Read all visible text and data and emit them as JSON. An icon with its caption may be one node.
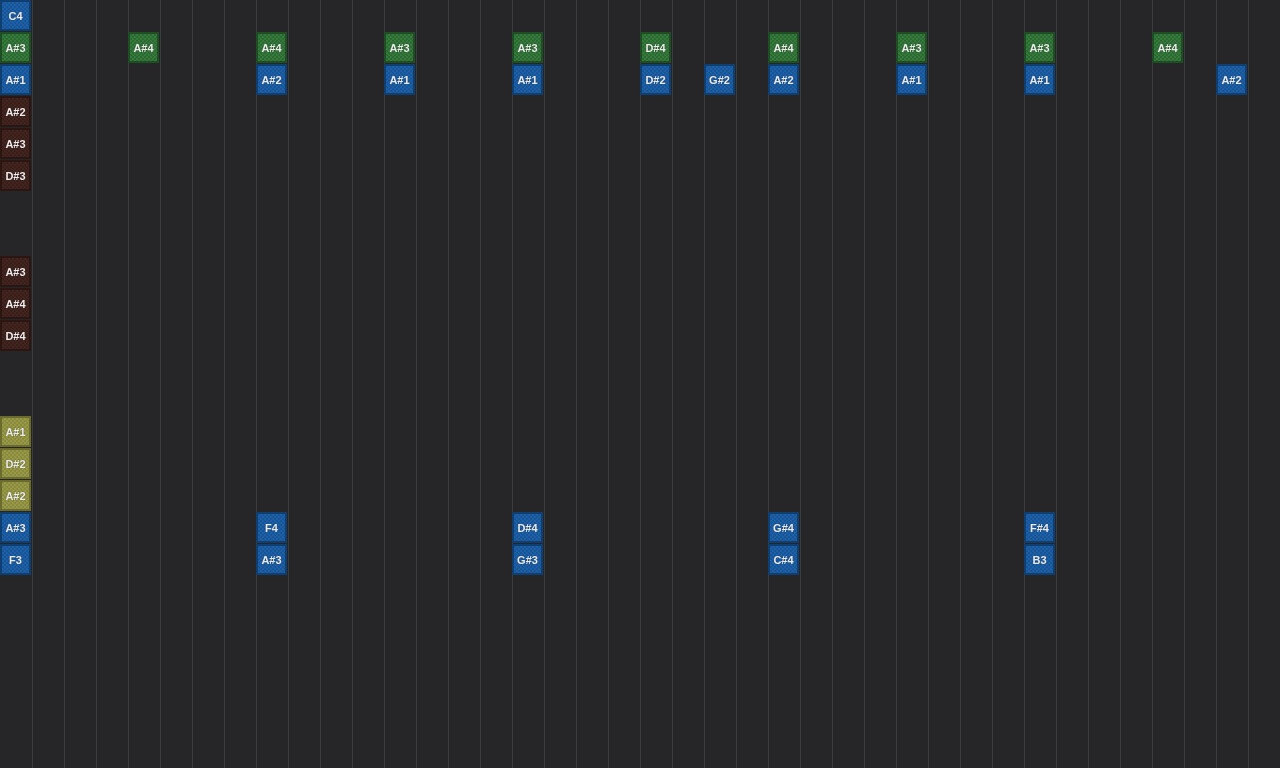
{
  "diagram": {
    "nodes": [
      {
        "text": [
          "C4"
        ]
      },
      {
        "text": [
          "A#3"
        ]
      },
      {
        "text": [
          "A#4"
        ]
      },
      {
        "text": [
          "A#4"
        ]
      },
      {
        "text": [
          "A#3"
        ]
      },
      {
        "text": [
          "A#3"
        ]
      },
      {
        "text": [
          "D#4"
        ]
      },
      {
        "text": [
          "A#4"
        ]
      },
      {
        "text": [
          "A#3"
        ]
      },
      {
        "text": [
          "A#3"
        ]
      },
      {
        "text": [
          "A#4"
        ]
      },
      {
        "text": [
          "A#1"
        ]
      },
      {
        "text": [
          "A#2"
        ]
      },
      {
        "text": [
          "A#1"
        ]
      },
      {
        "text": [
          "A#1"
        ]
      },
      {
        "text": [
          "D#2"
        ]
      },
      {
        "text": [
          "G#2"
        ]
      },
      {
        "text": [
          "A#2"
        ]
      },
      {
        "text": [
          "A#1"
        ]
      },
      {
        "text": [
          "A#1"
        ]
      },
      {
        "text": [
          "A#2"
        ]
      },
      {
        "text": [
          "A#2"
        ]
      },
      {
        "text": [
          "A#3"
        ]
      },
      {
        "text": [
          "D#3"
        ]
      },
      {
        "text": [
          "A#3"
        ]
      },
      {
        "text": [
          "A#4"
        ]
      },
      {
        "text": [
          "D#4"
        ]
      },
      {
        "text": [
          "A#1"
        ]
      },
      {
        "text": [
          "D#2"
        ]
      },
      {
        "text": [
          "A#2"
        ]
      },
      {
        "text": [
          "A#3"
        ]
      },
      {
        "text": [
          "F4"
        ]
      },
      {
        "text": [
          "D#4"
        ]
      },
      {
        "text": [
          "G#4"
        ]
      },
      {
        "text": [
          "F#4"
        ]
      },
      {
        "text": [
          "F3"
        ]
      },
      {
        "text": [
          "A#3"
        ]
      },
      {
        "text": [
          "G#3"
        ]
      },
      {
        "text": [
          "C#4"
        ]
      },
      {
        "text": [
          "B3"
        ]
      }
    ]
  }
}
